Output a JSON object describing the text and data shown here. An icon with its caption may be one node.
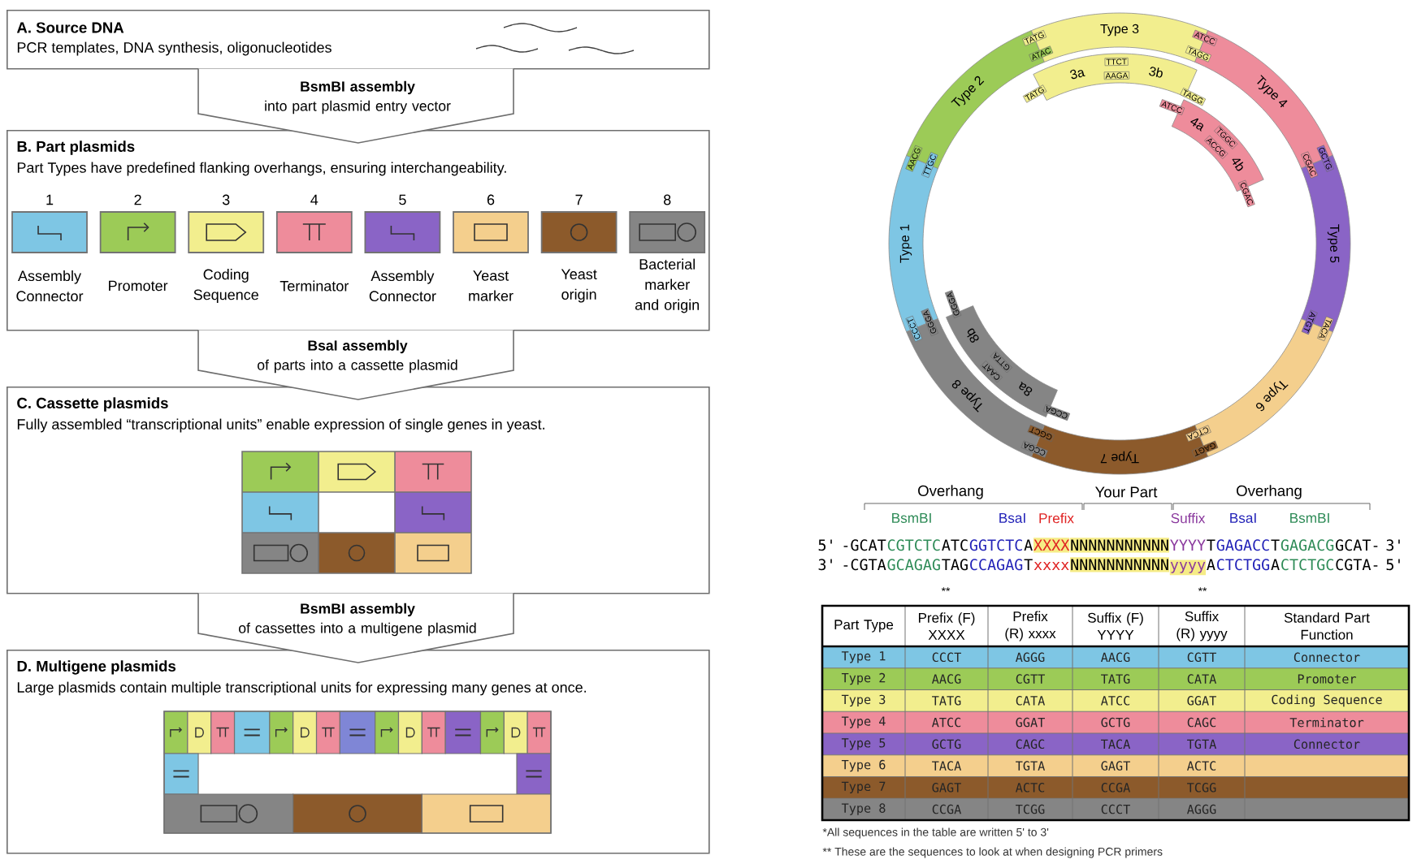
{
  "diagram": {
    "nodes": [
      {
        "text": [
          "A. Source DNA",
          "PCR templates, DNA synthesis, oligonucleotides"
        ]
      },
      {
        "text": [
          "B. Part plasmids",
          "Part Types have predefined flanking overhangs, ensuring interchangeability."
        ]
      },
      {
        "text": [
          "1",
          "Assembly Connector"
        ],
        "in": 1
      },
      {
        "text": [
          "2",
          "Promoter"
        ],
        "in": 1
      },
      {
        "text": [
          "3",
          "Coding Sequence"
        ],
        "in": 1
      },
      {
        "text": [
          "4",
          "Terminator"
        ],
        "in": 1
      },
      {
        "text": [
          "5",
          "Assembly Connector"
        ],
        "in": 1
      },
      {
        "text": [
          "6",
          "Yeast marker"
        ],
        "in": 1
      },
      {
        "text": [
          "7",
          "Yeast origin"
        ],
        "in": 1
      },
      {
        "text": [
          "8",
          "Bacterial marker and origin"
        ],
        "in": 1
      },
      {
        "text": [
          "C. Cassette plasmids",
          "Fully assembled “transcriptional units” enable expression of single genes in yeast."
        ]
      },
      {
        "text": [
          "D. Multigene plasmids",
          "Large plasmids contain multiple transcriptional units for expressing many genes at once."
        ]
      },
      {
        "text": [
          "Type 1"
        ]
      },
      {
        "text": [
          "Type 2"
        ]
      },
      {
        "text": [
          "Type 3"
        ]
      },
      {
        "text": [
          "Type 4"
        ]
      },
      {
        "text": [
          "Type 5"
        ]
      },
      {
        "text": [
          "Type 6"
        ]
      },
      {
        "text": [
          "Type 7"
        ]
      },
      {
        "text": [
          "Type 8"
        ]
      },
      {
        "text": [
          "3a",
          "3b"
        ]
      },
      {
        "text": [
          "4a",
          "4b"
        ]
      },
      {
        "text": [
          "8a",
          "8b"
        ]
      }
    ],
    "edges": [
      {
        "from": 0,
        "to": 1,
        "arrow": "to",
        "label": "**BsmBI assembly** into part plasmid entry vector"
      },
      {
        "from": 1,
        "to": 10,
        "arrow": "to",
        "label": "**BsaI assembly** of parts into a cassette plasmid"
      },
      {
        "from": 10,
        "to": 11,
        "arrow": "to",
        "label": "**BsmBI assembly** of cassettes into a multigene plasmid"
      }
    ],
    "labels": [
      "AACG",
      "TTGC",
      "TATG",
      "ATAC",
      "ATCC",
      "TAGG",
      "CGAC",
      "GCTG",
      "ATGT",
      "TACA",
      "GAGT",
      "CTCA",
      "CCGA",
      "GGCT",
      "CCCT",
      "GGGA",
      "TATG",
      "TTCT",
      "AAGA",
      "TAGG",
      "ATCC",
      "TGGC",
      "ACCG",
      "CGAC",
      "CCGA",
      "CAAT",
      "GTTA",
      "GGGA",
      "Overhang",
      "Your Part",
      "Overhang",
      "BsmBI",
      "BsaI",
      "Prefix",
      "Suffix",
      "BsaI",
      "BsmBI",
      "5'",
      "-GCAT",
      "CGTCTC",
      "ATC",
      "GGTCTC",
      "A",
      "XXXX",
      "NNNNNNNNNNN",
      "YYYY",
      "T",
      "GAGACC",
      "T",
      "GAGACG",
      "GCAT-",
      "3'",
      "3'",
      "-CGTA",
      "GCAGAG",
      "TAG",
      "CCAGAG",
      "T",
      "xxxx",
      "NNNNNNNNNNN",
      "yyyy",
      "A",
      "CTCTGG",
      "A",
      "CTCTGC",
      "CGTA-",
      "5'",
      "**",
      "**",
      "Part Type",
      "Prefix (F) XXXX",
      "Prefix (R) xxxx",
      "Suffix (F) YYYY",
      "Suffix (R) yyyy",
      "Standard Part Function",
      "Type 1",
      "CCCT",
      "AGGG",
      "AACG",
      "CGTT",
      "Connector",
      "Type 2",
      "AACG",
      "CGTT",
      "TATG",
      "CATA",
      "Promoter",
      "Type 3",
      "TATG",
      "CATA",
      "ATCC",
      "GGAT",
      "Coding Sequence",
      "Type 4",
      "ATCC",
      "GGAT",
      "GCTG",
      "CAGC",
      "Terminator",
      "Type 5",
      "GCTG",
      "CAGC",
      "TACA",
      "TGTA",
      "Connector",
      "Type 6",
      "TACA",
      "TGTA",
      "GAGT",
      "ACTC",
      "Type 7",
      "GAGT",
      "ACTC",
      "CCGA",
      "TCGG",
      "Type 8",
      "CCGA",
      "TCGG",
      "CCCT",
      "AGGG",
      "*All sequences in the table are written 5' to 3'",
      "** These are the sequences to look at when designing PCR primers"
    ]
  }
}
